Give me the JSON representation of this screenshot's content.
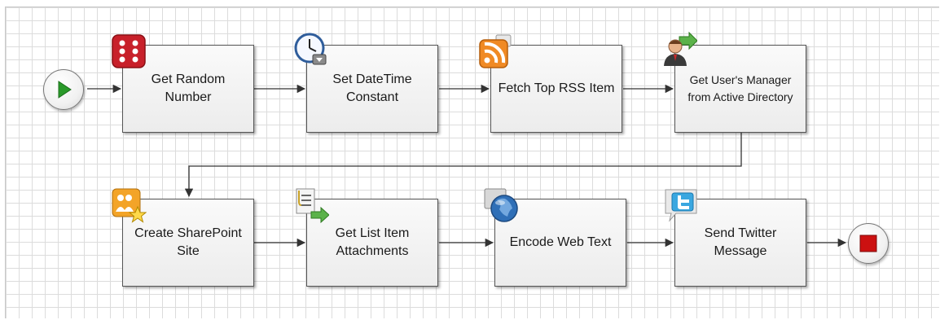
{
  "workflow": {
    "start": {
      "icon": "play-icon",
      "color": "#2a9a2a"
    },
    "end": {
      "icon": "stop-icon",
      "color": "#cc1111"
    },
    "steps": [
      {
        "label": "Get Random\nNumber",
        "icon": "dice-icon"
      },
      {
        "label": "Set DateTime\nConstant",
        "icon": "clock-icon"
      },
      {
        "label": "Fetch Top RSS Item",
        "icon": "rss-icon"
      },
      {
        "label": "Get User's Manager\nfrom Active Directory",
        "icon": "user-manager-icon"
      },
      {
        "label": "Create SharePoint\nSite",
        "icon": "sharepoint-site-icon"
      },
      {
        "label": "Get List Item\nAttachments",
        "icon": "attachments-icon"
      },
      {
        "label": "Encode Web Text",
        "icon": "globe-icon"
      },
      {
        "label": "Send Twitter\nMessage",
        "icon": "twitter-icon"
      }
    ]
  }
}
